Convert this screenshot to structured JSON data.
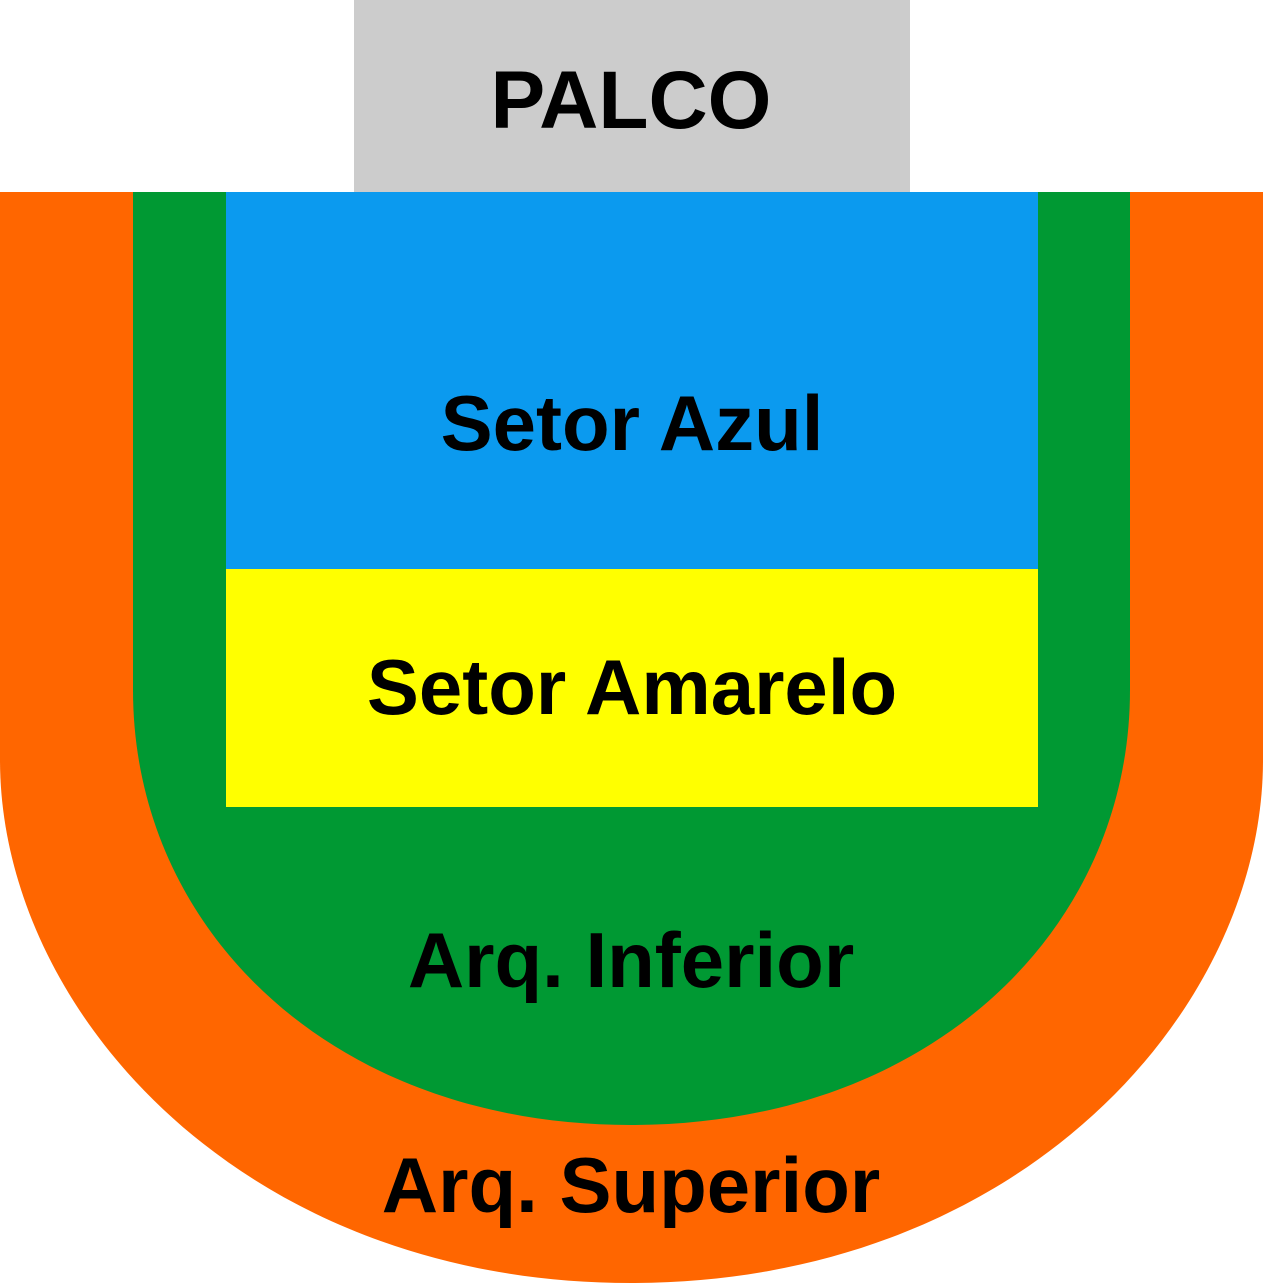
{
  "stage": {
    "label": "PALCO",
    "color": "#cccccc"
  },
  "sectors": {
    "arq_superior": {
      "label": "Arq. Superior",
      "color": "#ff6600"
    },
    "arq_inferior": {
      "label": "Arq. Inferior",
      "color": "#009933"
    },
    "setor_azul": {
      "label": "Setor Azul",
      "color": "#0b9aef"
    },
    "setor_amarelo": {
      "label": "Setor Amarelo",
      "color": "#ffff00"
    }
  }
}
